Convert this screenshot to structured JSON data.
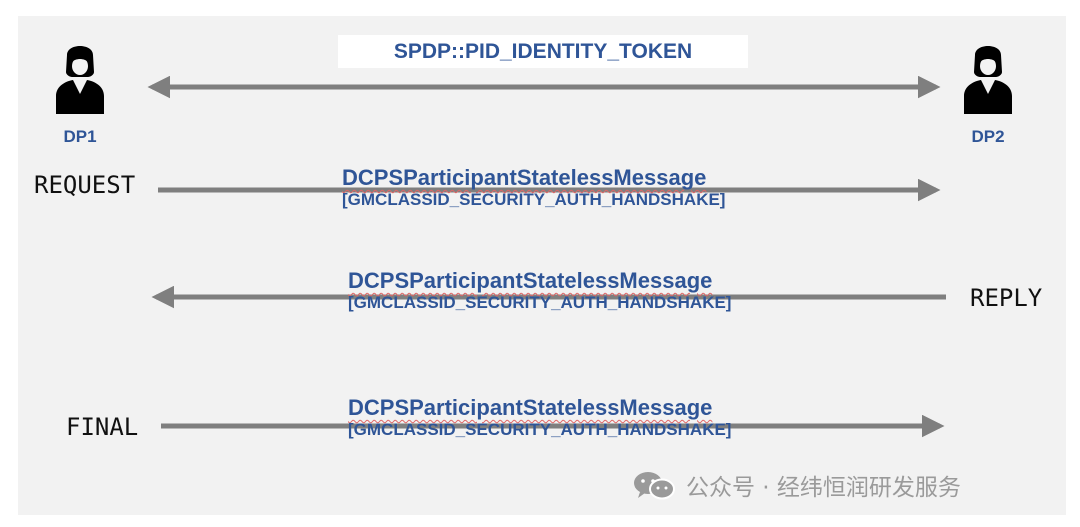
{
  "token": "SPDP::PID_IDENTITY_TOKEN",
  "participants": {
    "left": {
      "label": "DP1",
      "icon": "person-icon"
    },
    "right": {
      "label": "DP2",
      "icon": "person-icon"
    }
  },
  "steps": [
    {
      "label": "REQUEST",
      "direction": "right",
      "message": "DCPSParticipantStatelessMessage",
      "class_id": "[GMCLASSID_SECURITY_AUTH_HANDSHAKE]"
    },
    {
      "label": "REPLY",
      "direction": "left",
      "message": "DCPSParticipantStatelessMessage",
      "class_id": "[GMCLASSID_SECURITY_AUTH_HANDSHAKE]"
    },
    {
      "label": "FINAL",
      "direction": "right",
      "message": "DCPSParticipantStatelessMessage",
      "class_id": "[GMCLASSID_SECURITY_AUTH_HANDSHAKE]"
    }
  ],
  "watermark": "公众号 · 经纬恒润研发服务",
  "colors": {
    "accent": "#2f5597",
    "arrow": "#7f7f7f",
    "background": "#f2f2f2"
  }
}
